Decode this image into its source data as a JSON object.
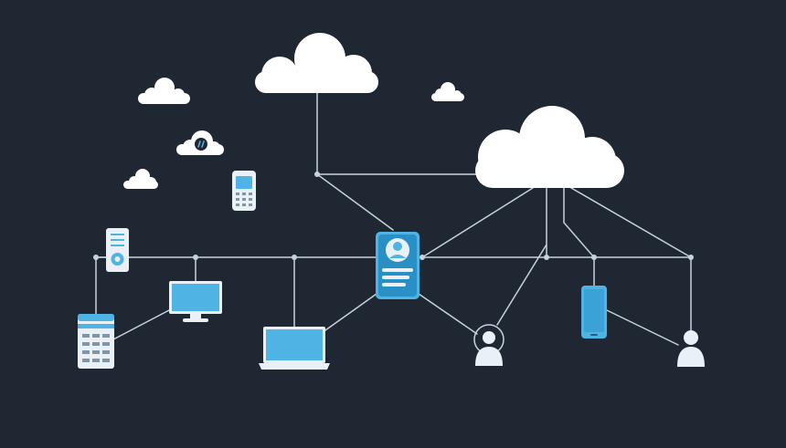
{
  "colors": {
    "background": "#1f2733",
    "link": "#c8d2dc",
    "cloud": "#ffffff",
    "device_accent": "#4fb3e3",
    "device_light": "#e9f1f7"
  },
  "nodes": [
    {
      "id": "main-cloud",
      "kind": "cloud",
      "icon": "cloud-icon"
    },
    {
      "id": "large-cloud",
      "kind": "cloud",
      "icon": "cloud-icon"
    },
    {
      "id": "small-cloud-1",
      "kind": "cloud",
      "icon": "cloud-icon"
    },
    {
      "id": "small-cloud-2",
      "kind": "cloud",
      "icon": "cloud-icon"
    },
    {
      "id": "small-cloud-3",
      "kind": "cloud",
      "icon": "cloud-icon"
    },
    {
      "id": "cloud-badge",
      "kind": "cloud",
      "icon": "cloud-badge-icon"
    },
    {
      "id": "user-profile-card",
      "kind": "hub",
      "icon": "user-card-icon"
    },
    {
      "id": "server-rack",
      "kind": "device",
      "icon": "server-icon"
    },
    {
      "id": "router",
      "kind": "device",
      "icon": "router-icon"
    },
    {
      "id": "phone",
      "kind": "device",
      "icon": "phone-icon"
    },
    {
      "id": "monitor",
      "kind": "device",
      "icon": "monitor-icon"
    },
    {
      "id": "laptop",
      "kind": "device",
      "icon": "laptop-icon"
    },
    {
      "id": "tablet",
      "kind": "device",
      "icon": "tablet-icon"
    },
    {
      "id": "user-1",
      "kind": "user",
      "icon": "user-icon"
    },
    {
      "id": "user-2",
      "kind": "user",
      "icon": "user-icon"
    }
  ]
}
